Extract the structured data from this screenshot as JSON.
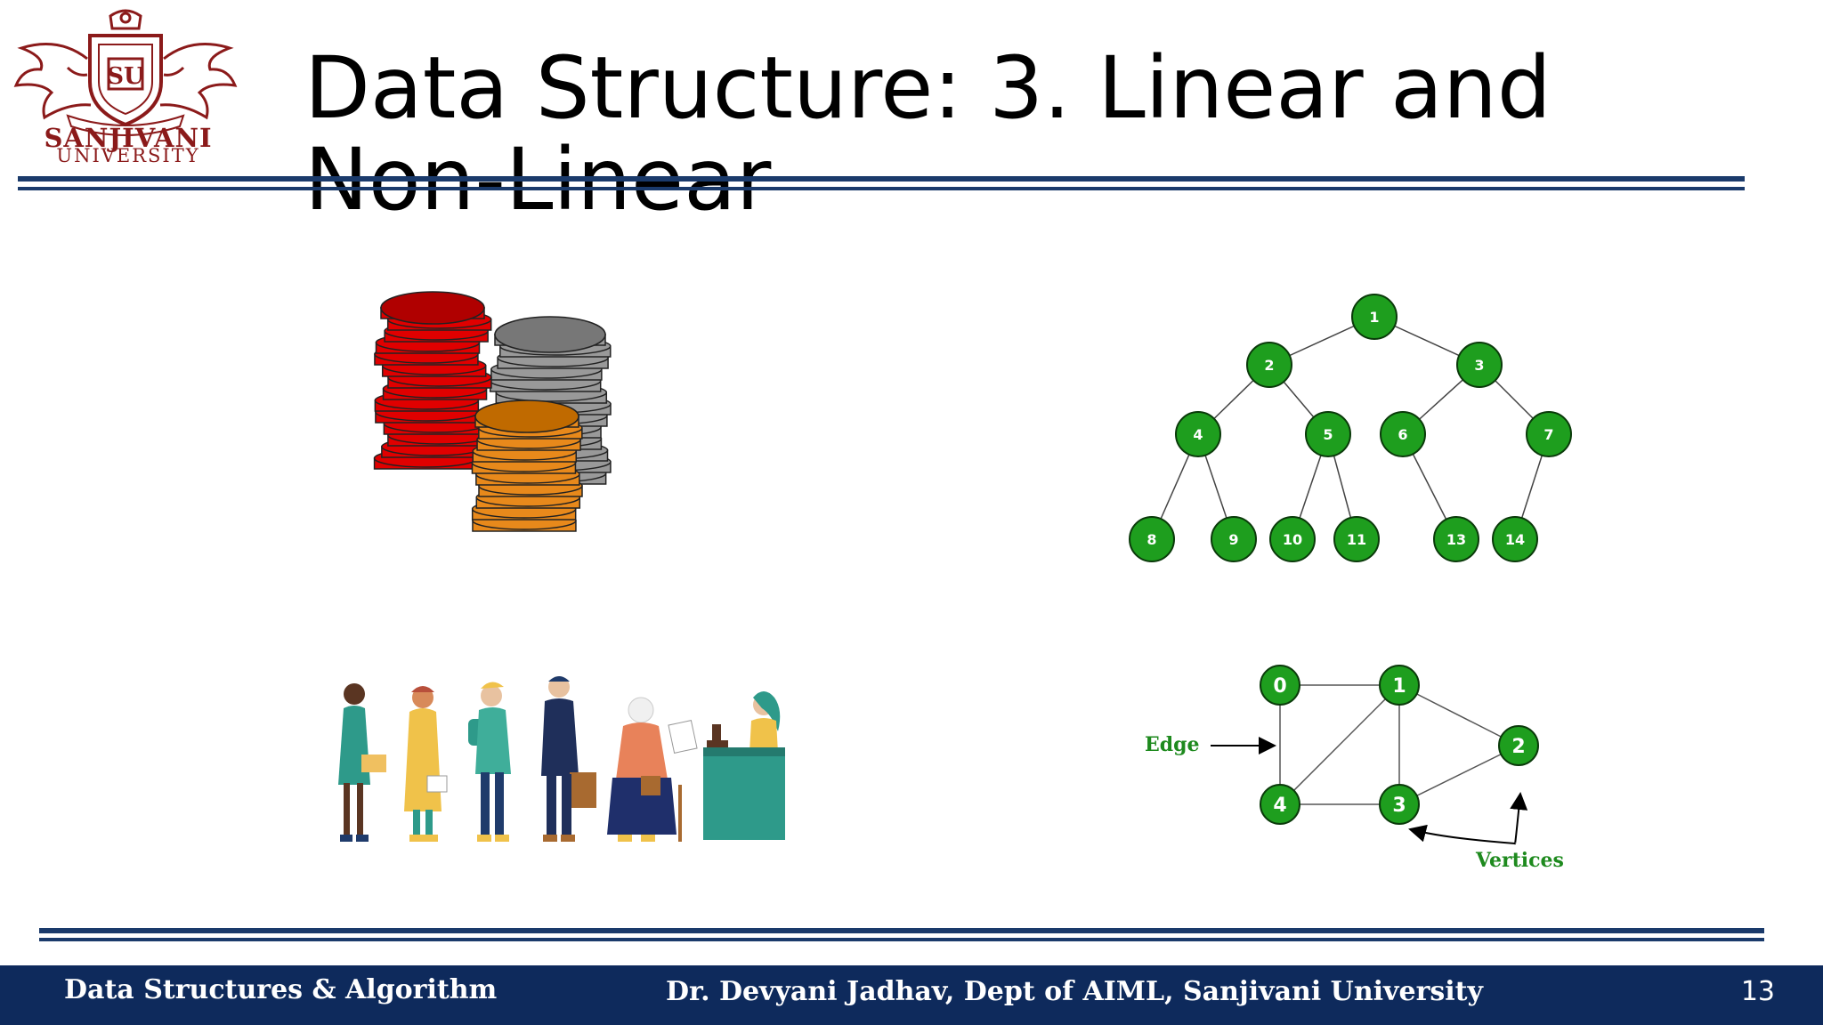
{
  "slide": {
    "title": "Data Structure: 3. Linear and Non-Linear",
    "logo": {
      "line1": "SANJIVANI",
      "line2": "UNIVERSITY",
      "monogram": "SU"
    }
  },
  "illustrations": {
    "coin_stacks": {
      "icon": "coin-stacks",
      "colors": [
        "#e00000",
        "#999999",
        "#e8891b"
      ]
    },
    "queue": {
      "icon": "people-queue"
    },
    "tree": {
      "icon": "binary-tree",
      "node_color": "#1e9e1e",
      "nodes": [
        "1",
        "2",
        "3",
        "4",
        "5",
        "6",
        "7",
        "8",
        "9",
        "10",
        "11",
        "13",
        "14"
      ]
    },
    "graph": {
      "icon": "graph",
      "node_color": "#1e9e1e",
      "nodes": [
        "0",
        "1",
        "2",
        "3",
        "4"
      ],
      "edge_label": "Edge",
      "vertices_label": "Vertices"
    }
  },
  "footer": {
    "course": "Data Structures & Algorithm",
    "author": "Dr. Devyani Jadhav, Dept of AIML, Sanjivani University",
    "page_number": "13",
    "background": "#0e2a5c"
  },
  "colors": {
    "rule": "#1a3a6b",
    "logo": "#8b1a1a"
  }
}
